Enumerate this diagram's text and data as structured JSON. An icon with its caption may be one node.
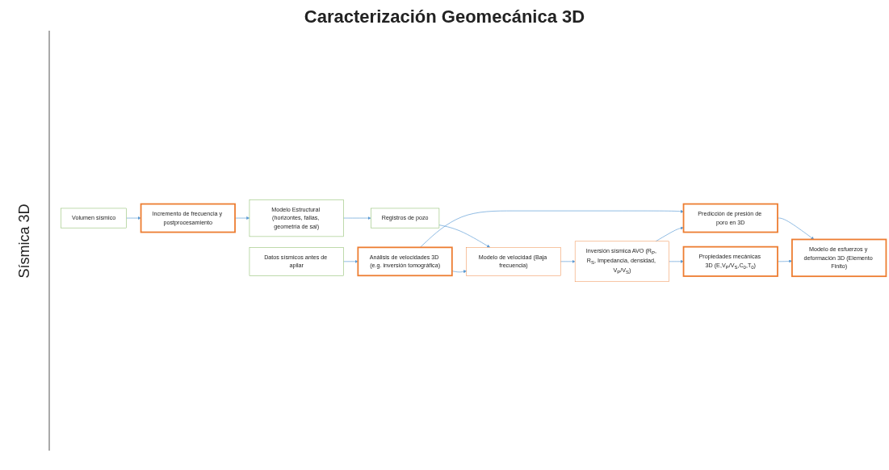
{
  "diagram": {
    "title": "Caracterización Geomecánica 3D",
    "nodes": [
      {
        "text": [
          "Volumen sísmico"
        ]
      },
      {
        "text": [
          "Incremento de frecuencia y postprocesamiento"
        ]
      },
      {
        "text": [
          "Modelo Estructural (horizontes, fallas, geometría de sal)"
        ]
      },
      {
        "text": [
          "Registros de pozo"
        ]
      },
      {
        "text": [
          "Datos sísmicos antes de apilar"
        ]
      },
      {
        "text": [
          "Análisis de velocidades 3D (e.g. inversión tomográfica)"
        ]
      },
      {
        "text": [
          "Modelo de velocidad (Baja frecuencia)"
        ]
      },
      {
        "text": [
          "Inversión sísmica AVO (R$_{P}$, R$_{S}$, Impedancia, densidad, V$_{P}$/V$_{S}$)"
        ]
      },
      {
        "text": [
          "Predicción de presión de poro en 3D"
        ]
      },
      {
        "text": [
          "Propiedades mecánicas 3D (E,V$_{P}$/V$_{S}$,C$_{0}$,T$_{0}$)"
        ]
      },
      {
        "text": [
          "Modelo de esfuerzos y deformación 3D (Elemento Finito)"
        ]
      }
    ],
    "edges": [
      {
        "from": 0,
        "to": 1,
        "arrow": "to"
      },
      {
        "from": 1,
        "to": 2,
        "arrow": "to"
      },
      {
        "from": 2,
        "to": 3,
        "arrow": "to"
      },
      {
        "from": 3,
        "to": 6,
        "arrow": "to"
      },
      {
        "from": 4,
        "to": 5,
        "arrow": "to"
      },
      {
        "from": 5,
        "to": 6,
        "arrow": "to"
      },
      {
        "from": 5,
        "to": 8,
        "arrow": "to"
      },
      {
        "from": 6,
        "to": 7,
        "arrow": "to"
      },
      {
        "from": 7,
        "to": 8,
        "arrow": "to"
      },
      {
        "from": 7,
        "to": 9,
        "arrow": "to"
      },
      {
        "from": 8,
        "to": 10,
        "arrow": "to"
      },
      {
        "from": 9,
        "to": 10,
        "arrow": "to"
      }
    ],
    "labels": [
      "Sísmica 3D"
    ]
  }
}
